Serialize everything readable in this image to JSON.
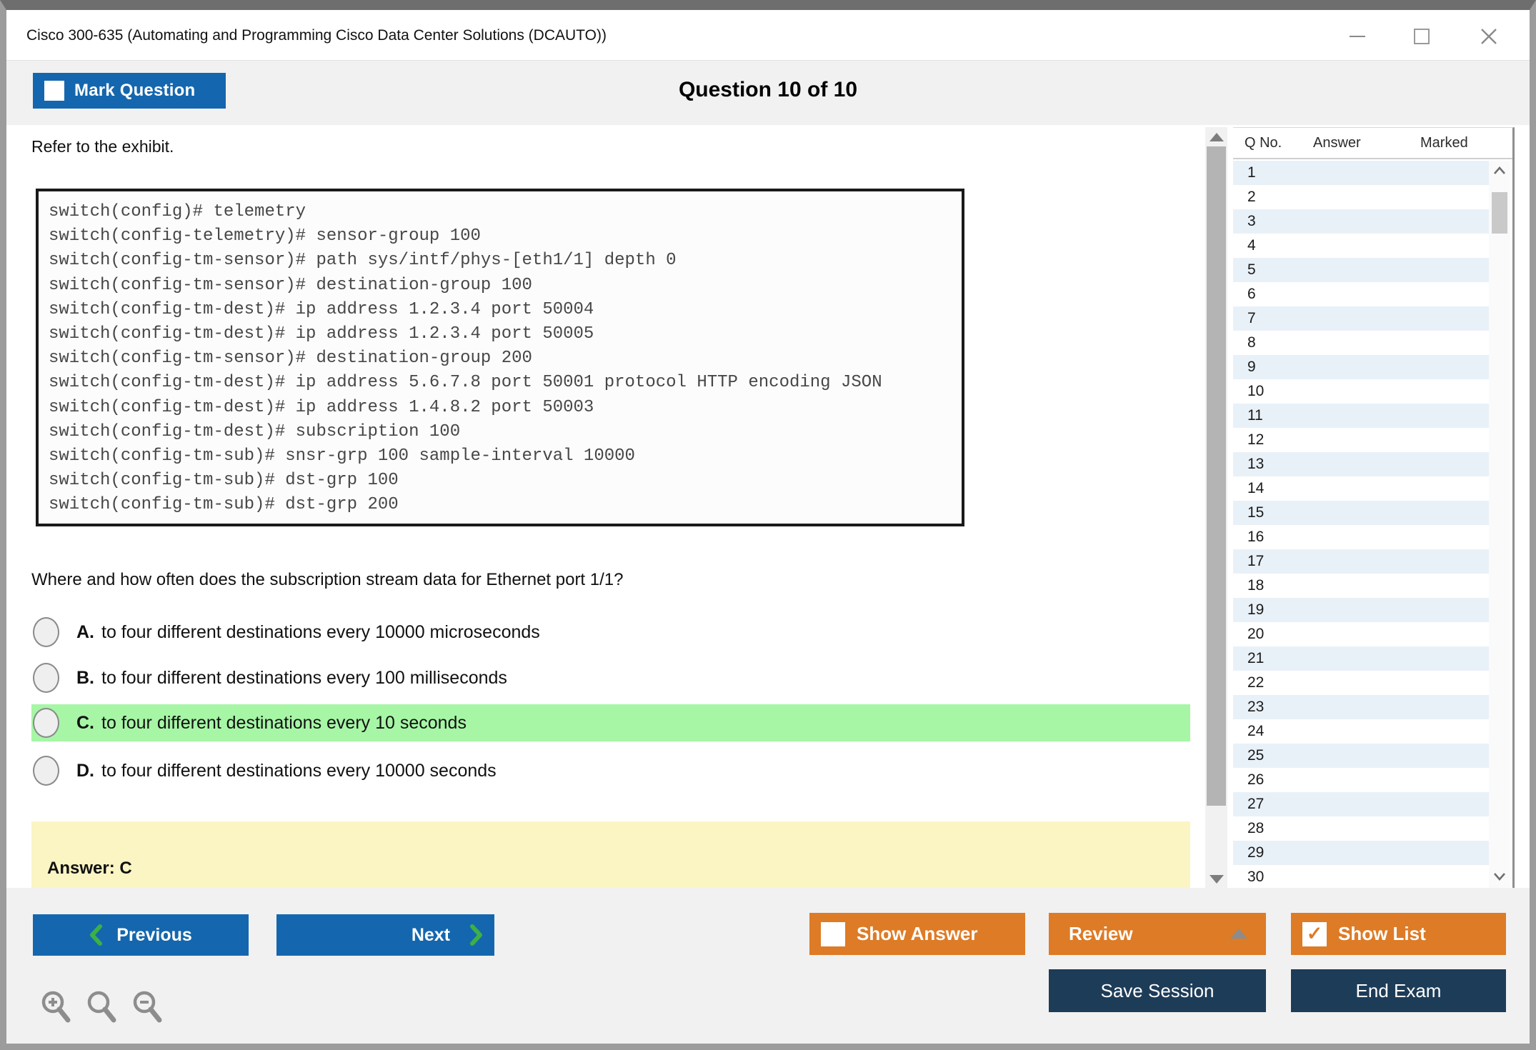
{
  "window": {
    "title": "Cisco 300-635 (Automating and Programming Cisco Data Center Solutions (DCAUTO))"
  },
  "header": {
    "mark_question_label": "Mark Question",
    "question_counter": "Question 10 of 10"
  },
  "content": {
    "exhibit_label": "Refer to the exhibit.",
    "exhibit_lines": [
      "switch(config)# telemetry",
      "switch(config-telemetry)# sensor-group 100",
      "switch(config-tm-sensor)# path sys/intf/phys-[eth1/1] depth 0",
      "switch(config-tm-sensor)# destination-group 100",
      "switch(config-tm-dest)# ip address 1.2.3.4 port 50004",
      "switch(config-tm-dest)# ip address 1.2.3.4 port 50005",
      "switch(config-tm-sensor)# destination-group 200",
      "switch(config-tm-dest)# ip address 5.6.7.8 port 50001 protocol HTTP encoding JSON",
      "switch(config-tm-dest)# ip address 1.4.8.2 port 50003",
      "switch(config-tm-dest)# subscription 100",
      "switch(config-tm-sub)# snsr-grp 100 sample-interval 10000",
      "switch(config-tm-sub)# dst-grp 100",
      "switch(config-tm-sub)# dst-grp 200"
    ],
    "question": "Where and how often does the subscription stream data for Ethernet port 1/1?",
    "options": [
      {
        "letter": "A.",
        "text": "to four different destinations every 10000 microseconds",
        "highlighted": false
      },
      {
        "letter": "B.",
        "text": "to four different destinations every 100 milliseconds",
        "highlighted": false
      },
      {
        "letter": "C.",
        "text": "to four different destinations every 10 seconds",
        "highlighted": true
      },
      {
        "letter": "D.",
        "text": "to four different destinations every 10000 seconds",
        "highlighted": false
      }
    ],
    "answer_label": "Answer: C"
  },
  "sidebar": {
    "columns": {
      "qno": "Q No.",
      "answer": "Answer",
      "marked": "Marked"
    },
    "rows": [
      "1",
      "2",
      "3",
      "4",
      "5",
      "6",
      "7",
      "8",
      "9",
      "10",
      "11",
      "12",
      "13",
      "14",
      "15",
      "16",
      "17",
      "18",
      "19",
      "20",
      "21",
      "22",
      "23",
      "24",
      "25",
      "26",
      "27",
      "28",
      "29",
      "30"
    ]
  },
  "toolbar": {
    "previous_label": "Previous",
    "next_label": "Next",
    "show_answer_label": "Show Answer",
    "review_label": "Review",
    "show_list_label": "Show List",
    "save_session_label": "Save Session",
    "end_exam_label": "End Exam",
    "show_list_checked": "✓"
  },
  "colors": {
    "accent_blue": "#1467ae",
    "accent_orange": "#de7b26",
    "accent_navy": "#1d3c58",
    "highlight_green": "#a6f6a6",
    "answer_yellow": "#fbf5c4",
    "chevron_green": "#3cb046"
  }
}
